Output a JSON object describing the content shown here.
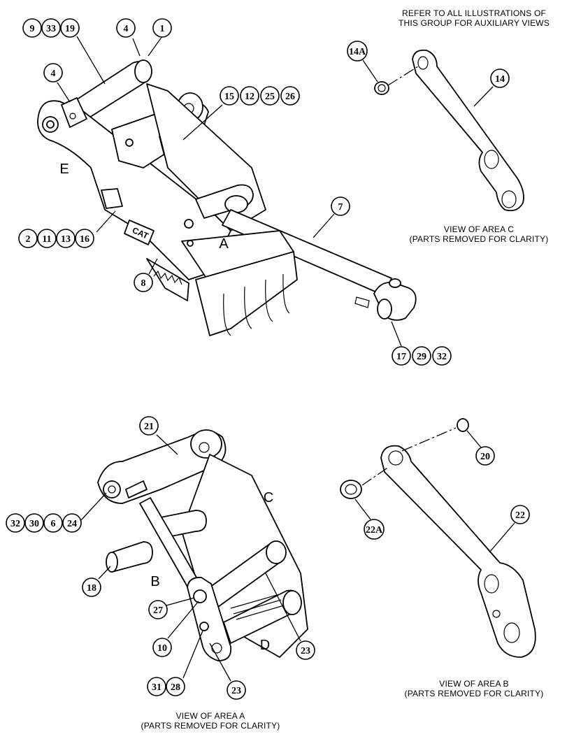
{
  "header_note": [
    "REFER TO ALL ILLUSTRATIONS OF",
    "THIS GROUP FOR AUXILIARY VIEWS"
  ],
  "view_captions": {
    "c": [
      "VIEW OF AREA C",
      "(PARTS REMOVED FOR CLARITY)"
    ],
    "b": [
      "VIEW OF AREA B",
      "(PARTS REMOVED FOR CLARITY)"
    ],
    "a": [
      "VIEW OF AREA A",
      "(PARTS REMOVED FOR CLARITY)"
    ]
  },
  "area_letters": [
    "E",
    "A",
    "C",
    "B",
    "D"
  ],
  "brand_mark": "CAT",
  "callout_groups": [
    [
      "9",
      "33",
      "19"
    ],
    [
      "4",
      "1"
    ],
    [
      "4"
    ],
    [
      "15",
      "12",
      "25",
      "26"
    ],
    [
      "2",
      "11",
      "13",
      "16"
    ],
    [
      "8"
    ],
    [
      "7"
    ],
    [
      "17",
      "29",
      "32"
    ],
    [
      "14A"
    ],
    [
      "14"
    ],
    [
      "21"
    ],
    [
      "32",
      "30",
      "6",
      "24"
    ],
    [
      "18"
    ],
    [
      "27"
    ],
    [
      "10"
    ],
    [
      "31",
      "28"
    ],
    [
      "23"
    ],
    [
      "23"
    ],
    [
      "20"
    ],
    [
      "22A"
    ],
    [
      "22"
    ]
  ]
}
